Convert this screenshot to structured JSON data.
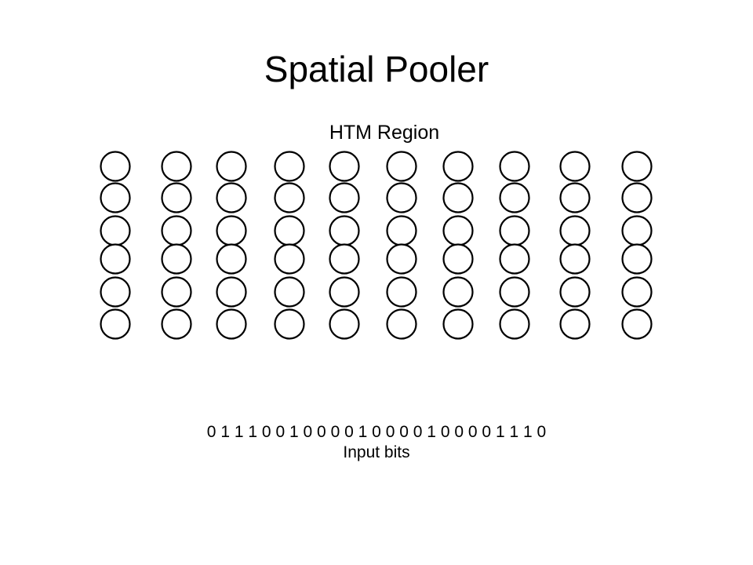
{
  "slide": {
    "title": "Spatial Pooler"
  },
  "region": {
    "label": "HTM Region",
    "columns": 10,
    "cells_per_column": 6
  },
  "input": {
    "bits": [
      0,
      1,
      1,
      1,
      0,
      0,
      1,
      0,
      0,
      0,
      0,
      1,
      0,
      0,
      0,
      0,
      1,
      0,
      0,
      0,
      0,
      1,
      1,
      1,
      0
    ],
    "label": "Input bits"
  },
  "colors": {
    "stroke": "#000000",
    "fill": "#ffffff",
    "background": "#ffffff"
  }
}
